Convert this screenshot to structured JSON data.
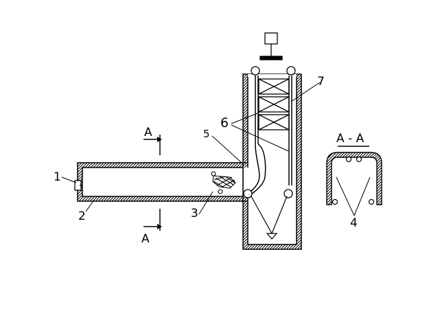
{
  "labels": {
    "l1": "1",
    "l2": "2",
    "l3": "3",
    "l4": "4",
    "l5": "5",
    "l6": "6",
    "l7": "7",
    "section_top": "A",
    "section_bottom": "A",
    "section_view": "A - A"
  }
}
